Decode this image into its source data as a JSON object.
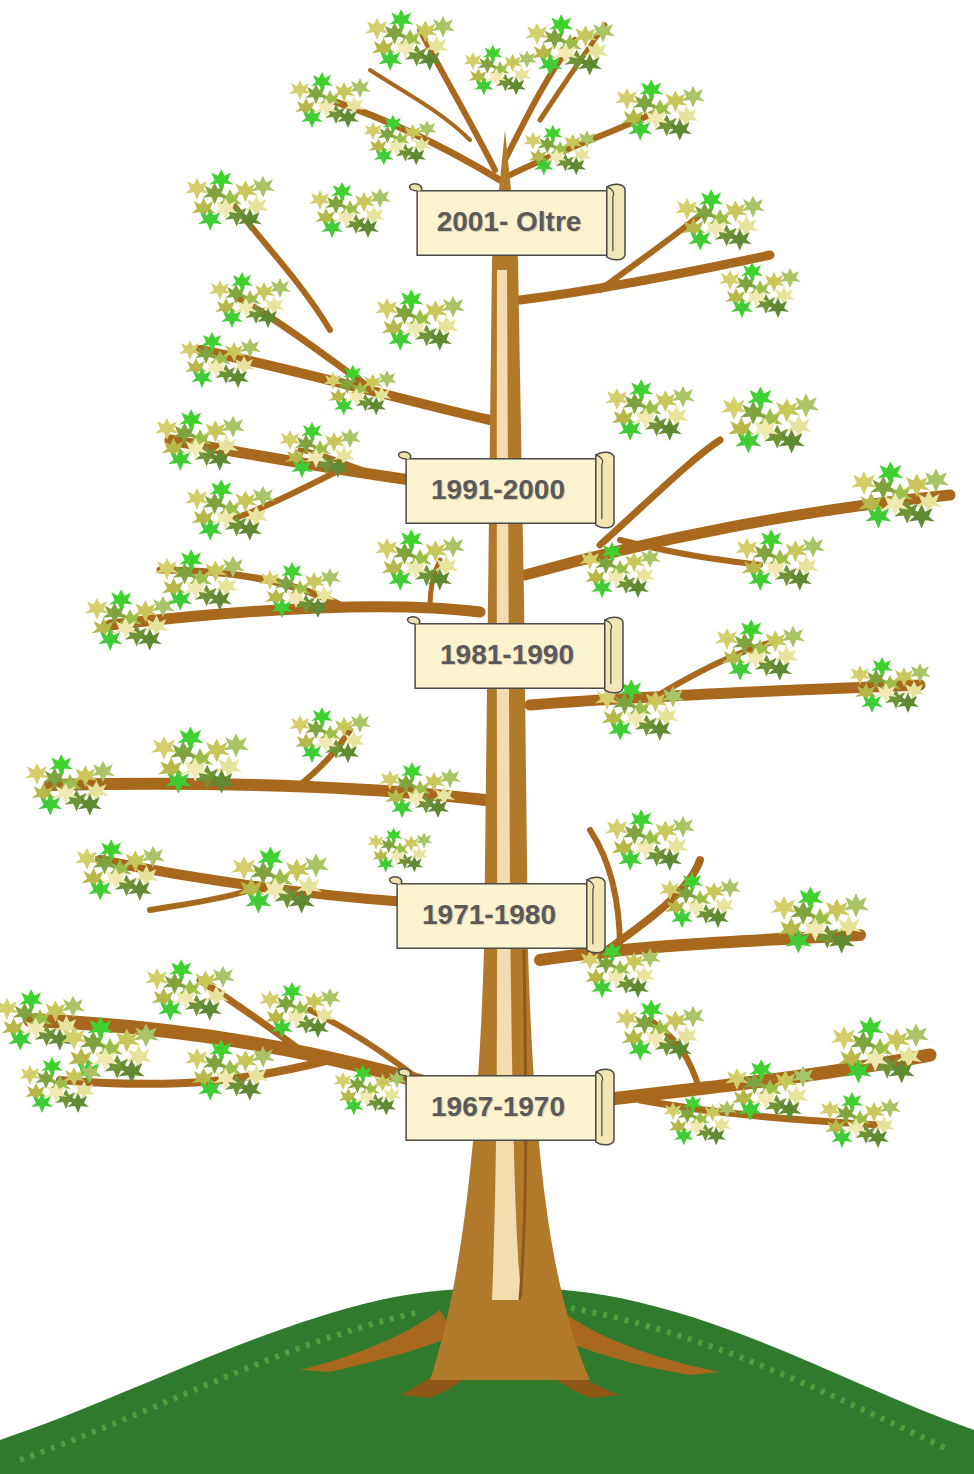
{
  "diagram": {
    "nodes": [
      {
        "text": [
          "2001- Oltre"
        ]
      },
      {
        "text": [
          "1991-2000"
        ]
      },
      {
        "text": [
          "1981-1990"
        ]
      },
      {
        "text": [
          "1971-1980"
        ]
      },
      {
        "text": [
          "1967-1970"
        ]
      }
    ]
  }
}
